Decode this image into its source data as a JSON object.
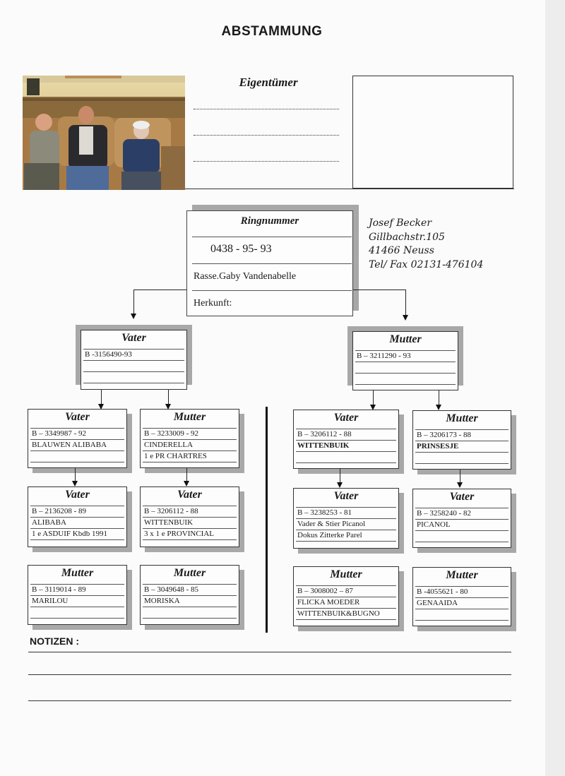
{
  "document": {
    "title": "ABSTAMMUNG"
  },
  "owner": {
    "label": "Eigentümer",
    "lines": [
      "",
      "",
      ""
    ]
  },
  "ring": {
    "label": "Ringnummer",
    "number": "0438 -  95- 93",
    "race": "Rasse.Gaby Vandenabelle",
    "origin": "Herkunft:"
  },
  "contact": {
    "name": "Josef Becker",
    "street": "Gillbachstr.105",
    "city": "41466 Neuss",
    "phone": "Tel/ Fax 02131-476104"
  },
  "pedigree": {
    "father": {
      "title": "Vater",
      "lines": [
        "B -3156490-93",
        "",
        ""
      ]
    },
    "mother": {
      "title": "Mutter",
      "lines": [
        "B – 3211290 - 93",
        "",
        ""
      ]
    },
    "ff": {
      "title": "Vater",
      "lines": [
        "B – 3349987 - 92",
        "BLAUWEN ALIBABA",
        ""
      ]
    },
    "fm": {
      "title": "Mutter",
      "lines": [
        "B – 3233009 - 92",
        "CINDERELLA",
        "1 e PR CHARTRES"
      ]
    },
    "mf": {
      "title": "Vater",
      "lines": [
        "B – 3206112 - 88",
        "WITTENBUIK",
        ""
      ]
    },
    "mm": {
      "title": "Mutter",
      "lines": [
        "B – 3206173 - 88",
        "PRINSESJE",
        ""
      ]
    },
    "fff": {
      "title": "Vater",
      "lines": [
        "B – 2136208 - 89",
        "ALIBABA",
        "1 e ASDUIF Kbdb 1991"
      ]
    },
    "fmf": {
      "title": "Vater",
      "lines": [
        "B – 3206112 - 88",
        "WITTENBUIK",
        "3 x 1 e PROVINCIAL"
      ]
    },
    "mff": {
      "title": "Vater",
      "lines": [
        "B – 3238253 - 81",
        "Vader & Stier Picanol",
        "Dokus Zitterke Parel"
      ]
    },
    "mmf": {
      "title": "Vater",
      "lines": [
        "B – 3258240 - 82",
        "PICANOL",
        ""
      ]
    },
    "ffm": {
      "title": "Mutter",
      "lines": [
        "B – 3119014 - 89",
        "MARILOU",
        ""
      ]
    },
    "fmm": {
      "title": "Mutter",
      "lines": [
        "B – 3049648 - 85",
        "MORISKA",
        ""
      ]
    },
    "mfm": {
      "title": "Mutter",
      "lines": [
        "B – 3008002 – 87",
        "FLICKA MOEDER",
        "WITTENBUIK&BUGNO"
      ]
    },
    "mmm": {
      "title": "Mutter",
      "lines": [
        "B -4055621 - 80",
        "GENAAIDA",
        ""
      ]
    }
  },
  "notes": {
    "label": "NOTIZEN :"
  }
}
